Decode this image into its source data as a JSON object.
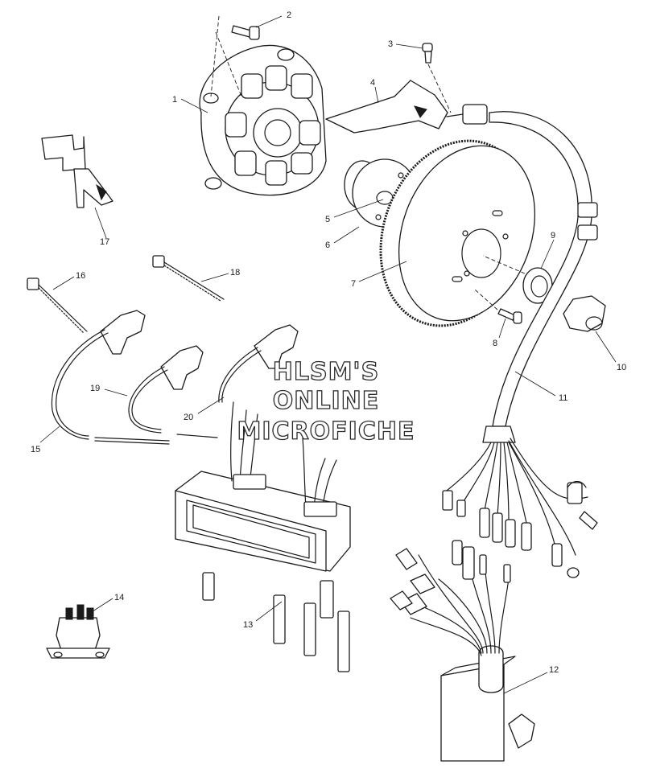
{
  "watermark": {
    "line1": "HLSM'S",
    "line2": "ONLINE",
    "line3": "MICROFICHE"
  },
  "callouts": [
    {
      "id": "1",
      "text": "1"
    },
    {
      "id": "2",
      "text": "2"
    },
    {
      "id": "3",
      "text": "3"
    },
    {
      "id": "4",
      "text": "4"
    },
    {
      "id": "5",
      "text": "5"
    },
    {
      "id": "6",
      "text": "6"
    },
    {
      "id": "7",
      "text": "7"
    },
    {
      "id": "8",
      "text": "8"
    },
    {
      "id": "9",
      "text": "9"
    },
    {
      "id": "10",
      "text": "10"
    },
    {
      "id": "11",
      "text": "11"
    },
    {
      "id": "12",
      "text": "12"
    },
    {
      "id": "13",
      "text": "13"
    },
    {
      "id": "14",
      "text": "14"
    },
    {
      "id": "15",
      "text": "15"
    },
    {
      "id": "16",
      "text": "16"
    },
    {
      "id": "17",
      "text": "17"
    },
    {
      "id": "18",
      "text": "18"
    },
    {
      "id": "19",
      "text": "19"
    },
    {
      "id": "20",
      "text": "20"
    }
  ]
}
